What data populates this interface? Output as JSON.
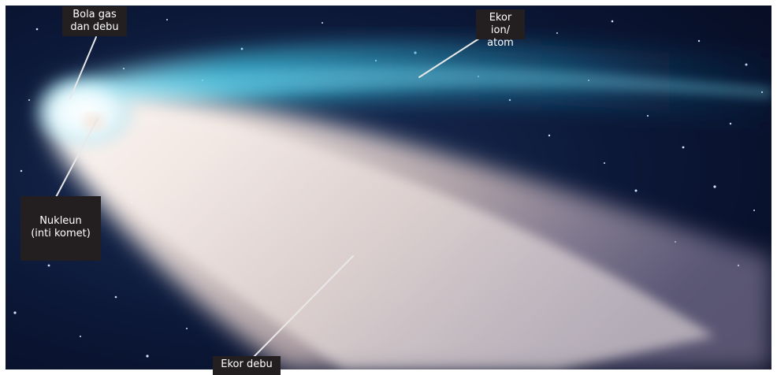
{
  "labels": {
    "coma": "Bola gas\ndan debu",
    "ion_tail": "Ekor ion/\natom",
    "nucleus": "Nukleun\n(inti komet)",
    "dust_tail": "Ekor debu"
  },
  "colors": {
    "sky": "#070d24",
    "ion_tail": "#2fb6d6",
    "dust_tail": "#e7d8d2",
    "coma": "#ffffff",
    "label_bg": "#231f20",
    "pointer": "#e8e8e8"
  }
}
